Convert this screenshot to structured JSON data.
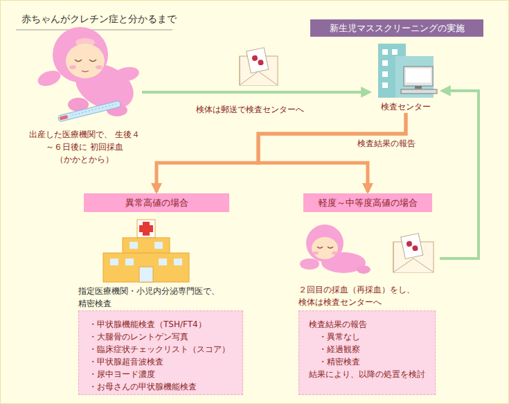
{
  "diagram": {
    "title": "赤ちゃんがクレチン症と分かるまで",
    "nodes": [
      {
        "text": [
          "出産した医療機関で、 生後４～６日後に 初回採血（かかとから）"
        ]
      },
      {
        "text": [
          "新生児マススクリーニングの実施"
        ]
      },
      {
        "text": [
          "検査センター"
        ]
      },
      {
        "text": [
          "異常高値の場合"
        ]
      },
      {
        "text": [
          "軽度～中等度高値の場合"
        ]
      },
      {
        "text": [
          "指定医療機関・小児内分泌専門医で、 精密検査"
        ]
      },
      {
        "text": [
          "・甲状腺機能検査（TSH/FT4）",
          "・大腿骨のレントゲン写真",
          "・臨床症状チェックリスト（スコア）",
          "・甲状腺超音波検査",
          "・尿中ヨード濃度",
          "・お母さんの甲状腺機能検査"
        ]
      },
      {
        "text": [
          "２回目の採血（再採血）をし、 検体は検査センターへ"
        ]
      },
      {
        "text": [
          "検査結果の報告",
          "・異常なし",
          "・経過観察",
          "・精密検査",
          "結果により、以降の処置を検討"
        ]
      }
    ],
    "edges": [
      {
        "from": 0,
        "to": 2,
        "arrow": "to",
        "label": "検体は郵送で検査センターへ"
      },
      {
        "from": 2,
        "to": 3,
        "arrow": "to",
        "label": "検査結果の報告"
      },
      {
        "from": 2,
        "to": 4,
        "arrow": "to"
      },
      {
        "from": 7,
        "to": 2,
        "arrow": "to"
      }
    ]
  }
}
